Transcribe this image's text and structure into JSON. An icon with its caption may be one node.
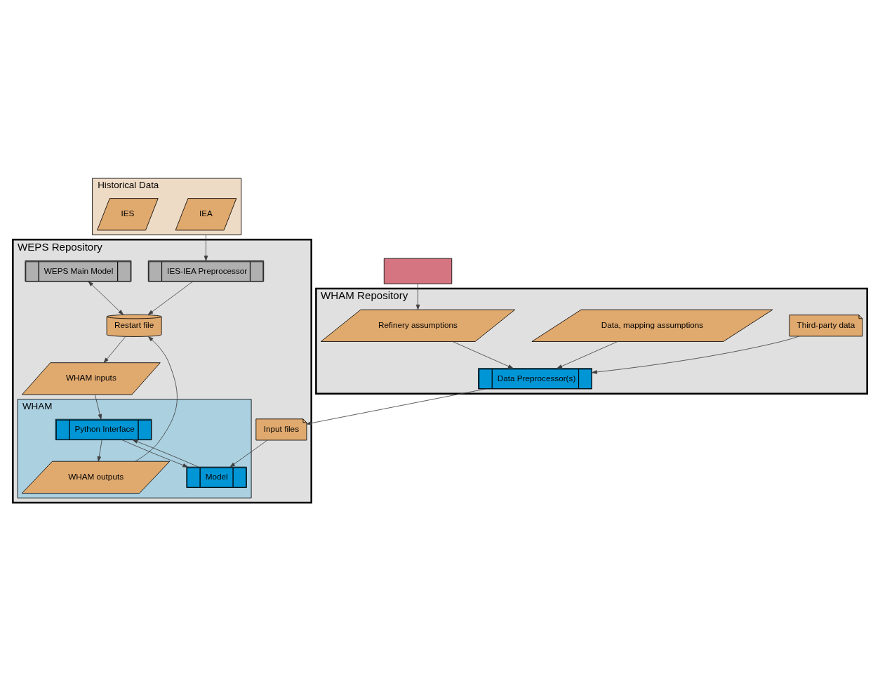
{
  "diagram": {
    "nodes": [
      {
        "text": [
          "Historical Data"
        ]
      },
      {
        "text": [
          "IEA"
        ],
        "in": 0
      },
      {
        "text": [
          "IES"
        ],
        "in": 0
      },
      {
        "text": [],
        "shape": "box"
      },
      {
        "text": [
          "WHAM Repository"
        ]
      },
      {
        "text": [
          "Refinery assumptions"
        ],
        "in": 4
      },
      {
        "text": [
          "Third-party data"
        ],
        "in": 4
      },
      {
        "text": [
          "Data, mapping assumptions"
        ],
        "in": 4
      },
      {
        "text": [
          "Data Preprocessor(s)"
        ],
        "in": 4
      },
      {
        "text": [
          "WEPS Repository"
        ]
      },
      {
        "text": [
          "IES-IEA Preprocessor"
        ],
        "in": 9
      },
      {
        "text": [
          "WEPS Main Model"
        ],
        "in": 9
      },
      {
        "text": [
          "Restart file"
        ],
        "in": 9
      },
      {
        "text": [
          "WHAM inputs"
        ],
        "in": 9
      },
      {
        "text": [
          "WHAM"
        ],
        "in": 9
      },
      {
        "text": [
          "WHAM outputs"
        ],
        "in": 14
      },
      {
        "text": [
          "Python Interface"
        ],
        "in": 14
      },
      {
        "text": [
          "Model"
        ],
        "in": 14
      },
      {
        "text": [
          "Input files"
        ],
        "in": 9
      }
    ],
    "edges": [
      {
        "from": 0,
        "to": 10,
        "arrow": "to"
      },
      {
        "from": 3,
        "to": 5,
        "arrow": "to"
      },
      {
        "from": 5,
        "to": 8,
        "arrow": "to"
      },
      {
        "from": 6,
        "to": 8,
        "arrow": "to"
      },
      {
        "from": 7,
        "to": 8,
        "arrow": "to"
      },
      {
        "from": 8,
        "to": 18,
        "arrow": "to"
      },
      {
        "from": 18,
        "to": 17,
        "arrow": "to"
      },
      {
        "from": 10,
        "to": 12,
        "arrow": "to"
      },
      {
        "from": 11,
        "to": 12,
        "arrow": "both"
      },
      {
        "from": 12,
        "to": 13,
        "arrow": "to"
      },
      {
        "from": 13,
        "to": 16,
        "arrow": "to"
      },
      {
        "from": 16,
        "to": 15,
        "arrow": "to"
      },
      {
        "from": 15,
        "to": 12,
        "arrow": "to"
      },
      {
        "from": 16,
        "to": 17,
        "arrow": "to"
      },
      {
        "from": 17,
        "to": 16,
        "arrow": "to"
      }
    ]
  }
}
